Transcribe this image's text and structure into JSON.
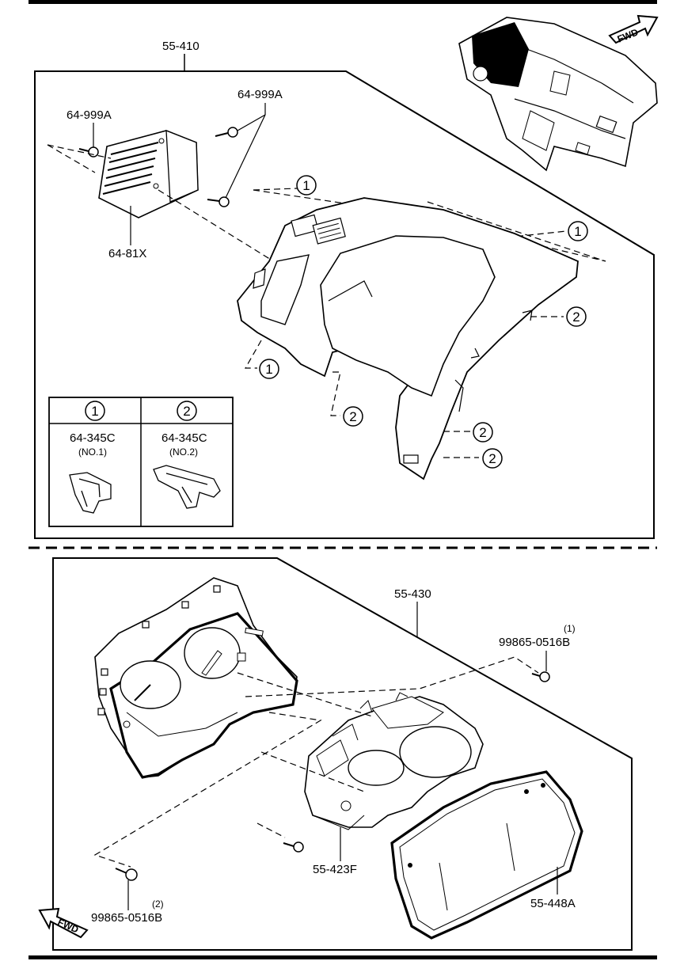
{
  "upper": {
    "assembly_label": "55-410",
    "screw_left_label": "64-999A",
    "screw_right_label": "64-999A",
    "switch_label": "64-81X",
    "callouts": [
      "1",
      "1",
      "1",
      "2",
      "2",
      "2",
      "2"
    ],
    "legend": {
      "col1_num": "1",
      "col1_part": "64-345C",
      "col1_sub": "(NO.1)",
      "col2_num": "2",
      "col2_part": "64-345C",
      "col2_sub": "(NO.2)"
    },
    "fwd": "FWD"
  },
  "lower": {
    "assembly_label": "55-430",
    "screw_top_qty": "(1)",
    "screw_top_label": "99865-0516B",
    "case_label": "55-423F",
    "lens_label": "55-448A",
    "screw_bottom_qty": "(2)",
    "screw_bottom_label": "99865-0516B",
    "fwd": "FWD"
  }
}
